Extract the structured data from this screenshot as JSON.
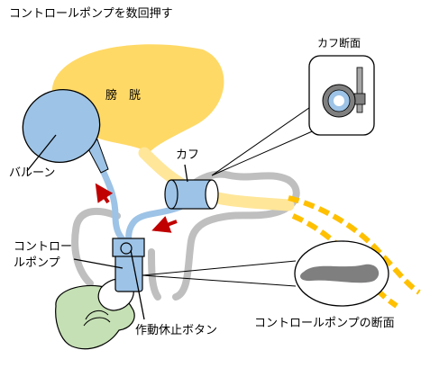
{
  "title": "コントロールポンプを数回押す",
  "labels": {
    "bladder": "膀　胱",
    "balloon": "バルーン",
    "cuff": "カフ",
    "cuff_section": "カフ断面",
    "control_pump_line1": "コントロー",
    "control_pump_line2": "ルポンプ",
    "deactivation_button": "作動休止ボタン",
    "pump_section": "コントロールポンプの断面"
  },
  "colors": {
    "bladder": "#FFD966",
    "balloon": "#9DC3E6",
    "tube_blue": "#9DC3E6",
    "tube_gray": "#BFBFBF",
    "urethra": "#FFE699",
    "urethra_dash": "#FFC000",
    "arrow": "#C00000",
    "hand": "#C5E0B4",
    "outline": "#000000"
  },
  "icons": [
    "flow-arrow-icon",
    "hand-icon",
    "cuff-cross-section-icon",
    "pump-cross-section-icon"
  ]
}
